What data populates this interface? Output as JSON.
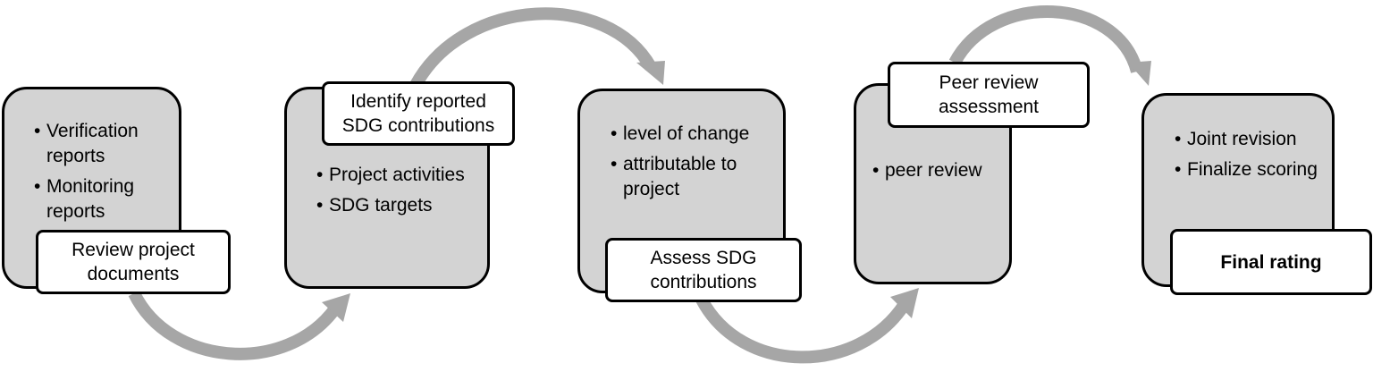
{
  "colors": {
    "box_fill": "#d3d3d3",
    "arrow": "#a6a6a6",
    "border": "#000000"
  },
  "steps": [
    {
      "label": "Review project documents",
      "bullets": [
        "Verification reports",
        "Monitoring reports"
      ]
    },
    {
      "label": "Identify reported SDG contributions",
      "bullets": [
        "Project activities",
        "SDG targets"
      ]
    },
    {
      "label": "Assess SDG contributions",
      "bullets": [
        "level of change",
        "attributable to project"
      ]
    },
    {
      "label": "Peer review assessment",
      "bullets": [
        "peer review"
      ]
    },
    {
      "label": "Final rating",
      "bullets": [
        "Joint revision",
        "Finalize scoring"
      ]
    }
  ]
}
